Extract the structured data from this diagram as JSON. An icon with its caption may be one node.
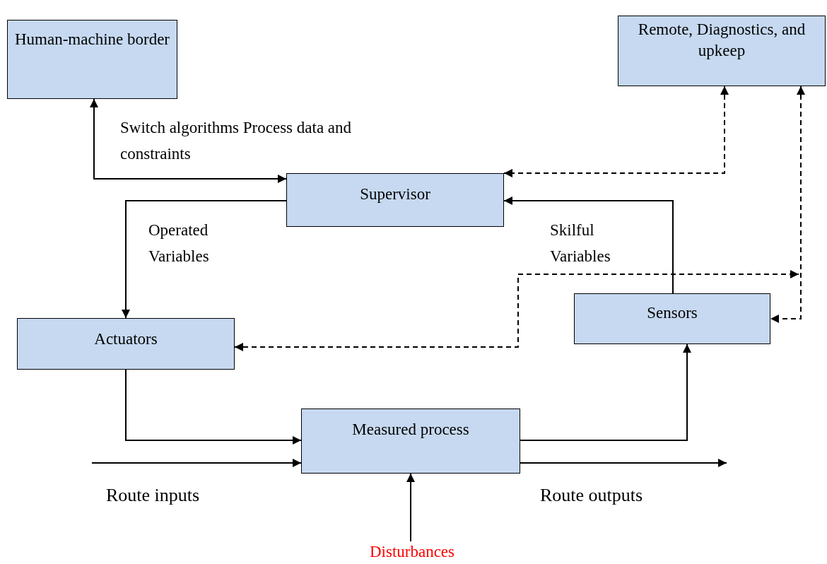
{
  "diagram": {
    "nodes": [
      {
        "text": [
          "Human-machine border"
        ]
      },
      {
        "text": [
          "Remote, Diagnostics, and upkeep"
        ]
      },
      {
        "text": [
          "Supervisor"
        ]
      },
      {
        "text": [
          "Actuators"
        ]
      },
      {
        "text": [
          "Sensors"
        ]
      },
      {
        "text": [
          "Measured process"
        ]
      },
      {
        "text": [
          "Disturbances"
        ]
      }
    ],
    "edges": [
      {
        "from": 0,
        "to": 2,
        "arrow": "both",
        "label": "Switch algorithms Process data and constraints"
      },
      {
        "from": 1,
        "to": 2,
        "arrow": "both",
        "style": "dashed"
      },
      {
        "from": 2,
        "to": 3,
        "arrow": "to",
        "label": "Operated Variables"
      },
      {
        "from": 4,
        "to": 2,
        "arrow": "to",
        "label": "Skilful Variables"
      },
      {
        "from": 1,
        "to": 4,
        "arrow": "both",
        "style": "dashed"
      },
      {
        "from": 3,
        "to": null,
        "arrow": "both",
        "style": "dashed"
      },
      {
        "from": 3,
        "to": 5,
        "arrow": "to"
      },
      {
        "from": 5,
        "to": 4,
        "arrow": "to"
      },
      {
        "from": null,
        "to": 5,
        "arrow": "to",
        "label": "Route inputs"
      },
      {
        "from": 5,
        "to": null,
        "arrow": "to",
        "label": "Route outputs"
      },
      {
        "from": 6,
        "to": 5,
        "arrow": "to"
      }
    ]
  }
}
